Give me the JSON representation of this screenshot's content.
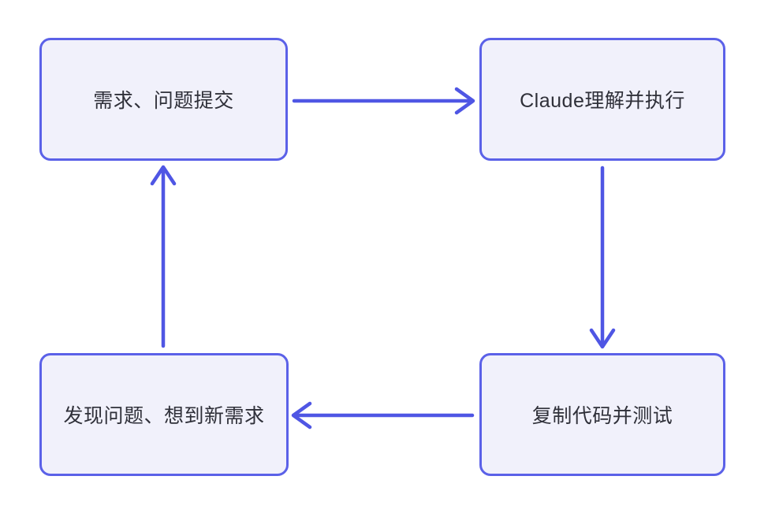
{
  "diagram": {
    "type": "cycle-flowchart",
    "nodes": [
      {
        "id": "submit",
        "label": "需求、问题提交"
      },
      {
        "id": "claude-executes",
        "label": "Claude理解并执行"
      },
      {
        "id": "copy-and-test",
        "label": "复制代码并测试"
      },
      {
        "id": "new-requirements",
        "label": "发现问题、想到新需求"
      }
    ],
    "edges": [
      {
        "from": "submit",
        "to": "claude-executes",
        "direction": "right"
      },
      {
        "from": "claude-executes",
        "to": "copy-and-test",
        "direction": "down"
      },
      {
        "from": "copy-and-test",
        "to": "new-requirements",
        "direction": "left"
      },
      {
        "from": "new-requirements",
        "to": "submit",
        "direction": "up"
      }
    ]
  },
  "colors": {
    "background": "#ffffff",
    "node_fill": "#f1f1fb",
    "node_border": "#5b61e8",
    "arrow": "#4f56e4",
    "text": "#2f3039"
  }
}
